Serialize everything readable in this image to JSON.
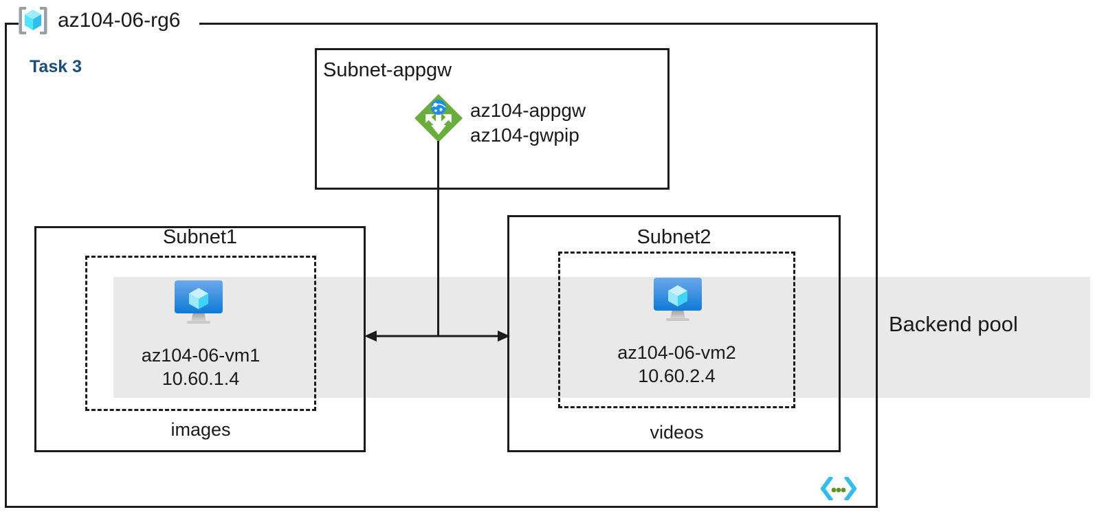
{
  "diagram": {
    "resource_group": {
      "name": "az104-06-rg6",
      "icon": "resource-group-icon"
    },
    "task_label": "Task 3",
    "backend_pool": {
      "label": "Backend pool",
      "band_color": "#e9e9e9"
    },
    "subnets": [
      {
        "id": "subnet-appgw",
        "title": "Subnet-appgw",
        "resources": [
          {
            "icon": "application-gateway-icon",
            "name": "az104-appgw"
          },
          {
            "name": "az104-gwpip"
          }
        ]
      },
      {
        "id": "subnet1",
        "title": "Subnet1",
        "group_caption": "images",
        "vm": {
          "icon": "virtual-machine-icon",
          "name": "az104-06-vm1",
          "ip": "10.60.1.4"
        }
      },
      {
        "id": "subnet2",
        "title": "Subnet2",
        "group_caption": "videos",
        "vm": {
          "icon": "virtual-machine-icon",
          "name": "az104-06-vm2",
          "ip": "10.60.2.4"
        }
      }
    ],
    "connectors": [
      {
        "id": "appgw-to-subnets",
        "type": "vertical-line"
      },
      {
        "id": "subnet1-subnet2-link",
        "type": "double-headed-arrow"
      }
    ],
    "footer_icon": "code-brackets-icon",
    "colors": {
      "task_text": "#1b4c7e",
      "appgw_green": "#6aad3d",
      "vm_blue": "#1e8fe0",
      "cube_cyan": "#50e6ff",
      "code_cyan": "#32bdea",
      "code_green": "#5e9624",
      "border": "#1b1b1b"
    }
  }
}
